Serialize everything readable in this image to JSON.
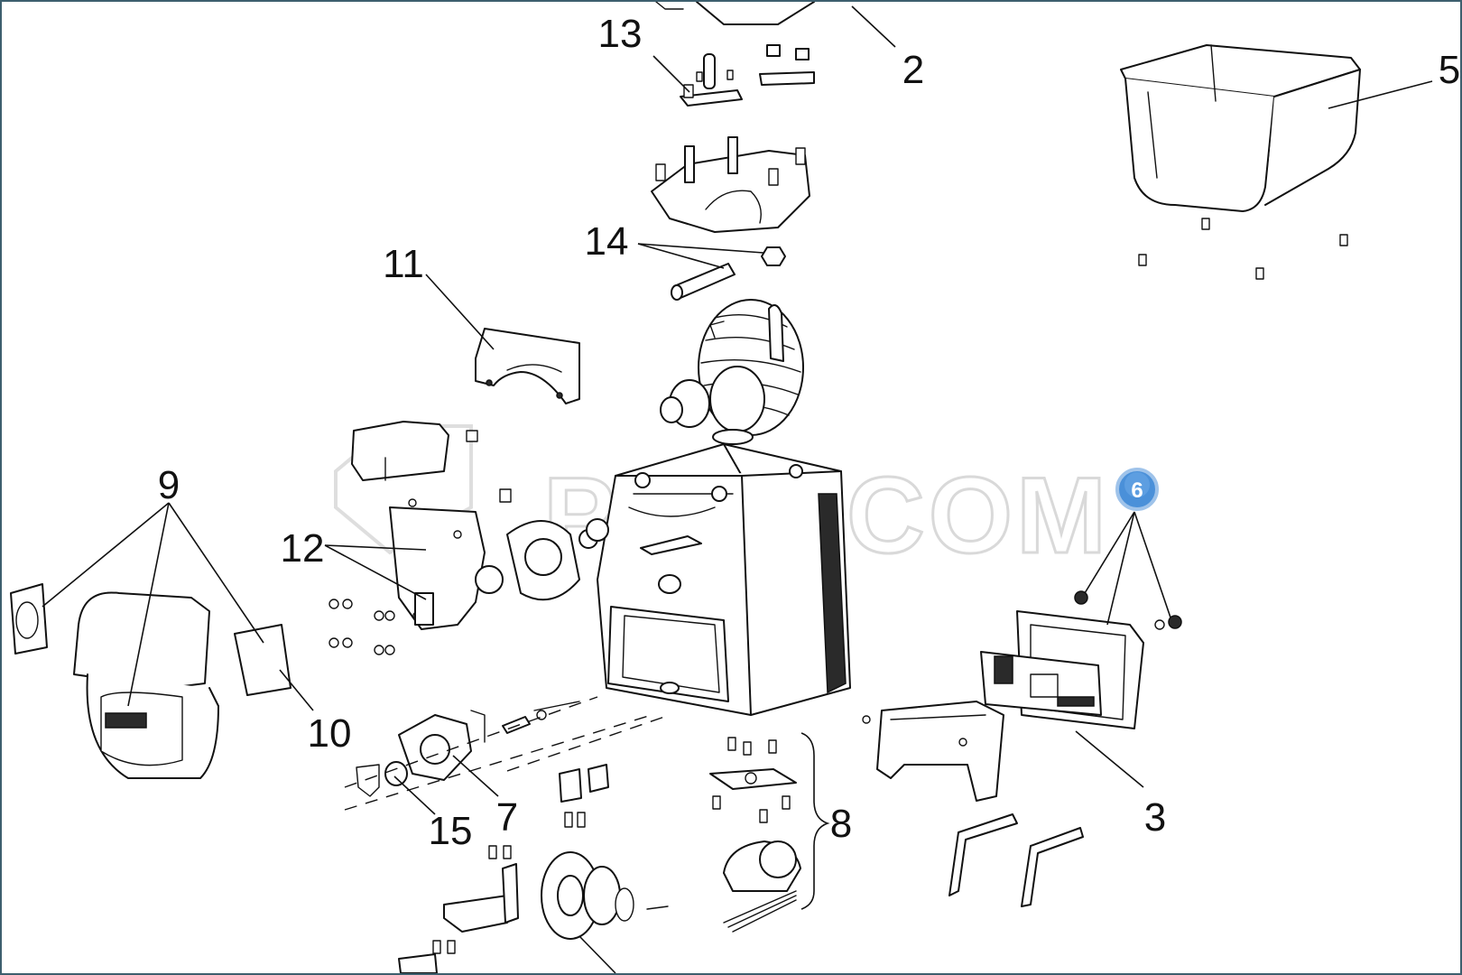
{
  "diagram": {
    "callouts": [
      {
        "id": "2",
        "label": "2"
      },
      {
        "id": "3",
        "label": "3"
      },
      {
        "id": "5",
        "label": "5"
      },
      {
        "id": "6",
        "label": "6"
      },
      {
        "id": "7",
        "label": "7"
      },
      {
        "id": "8",
        "label": "8"
      },
      {
        "id": "9",
        "label": "9"
      },
      {
        "id": "10",
        "label": "10"
      },
      {
        "id": "11",
        "label": "11"
      },
      {
        "id": "12",
        "label": "12"
      },
      {
        "id": "13",
        "label": "13"
      },
      {
        "id": "14",
        "label": "14"
      },
      {
        "id": "15",
        "label": "15"
      }
    ],
    "highlight_badge": "6",
    "watermark": "PLUSCOM",
    "colors": {
      "frame_border": "#3d5f6e",
      "badge_fill": "#4a90d9",
      "line": "#111111",
      "watermark": "#d9d9d9"
    }
  }
}
